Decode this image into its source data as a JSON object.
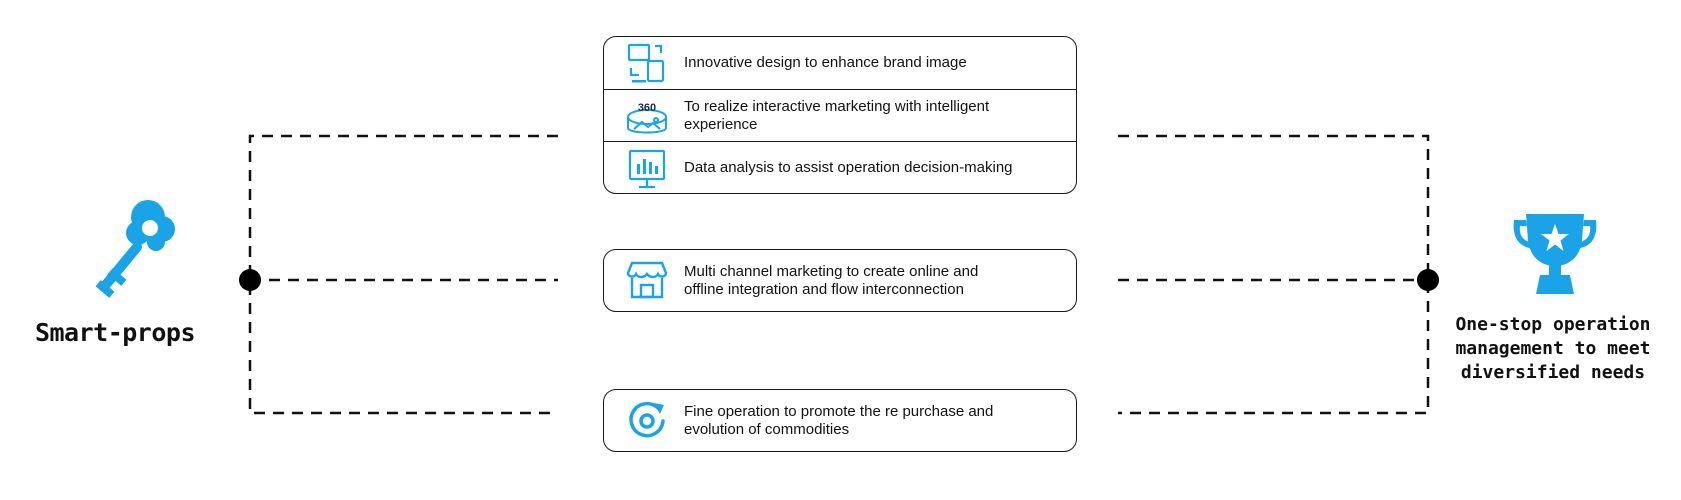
{
  "left": {
    "label": "Smart-props",
    "icon": "key-icon"
  },
  "right": {
    "label_lines": [
      "One-stop operation",
      "management to meet",
      "diversified needs"
    ],
    "icon": "trophy-icon"
  },
  "groups": [
    {
      "items": [
        {
          "text": "Innovative design to enhance brand image",
          "icon": "devices-icon"
        },
        {
          "text": "To realize interactive marketing with intelligent experience",
          "icon": "panorama-360-icon"
        },
        {
          "text": "Data analysis to assist operation decision-making",
          "icon": "chart-monitor-icon"
        }
      ]
    },
    {
      "items": [
        {
          "text_lines": [
            "Multi channel marketing to create online and",
            "offline integration and flow interconnection"
          ],
          "icon": "store-icon"
        }
      ]
    },
    {
      "items": [
        {
          "text_lines": [
            "Fine operation to promote the re purchase and",
            "evolution of commodities"
          ],
          "icon": "refresh-cycle-icon"
        }
      ]
    }
  ],
  "colors": {
    "accent": "#1ba3e8",
    "line": "#111111"
  }
}
